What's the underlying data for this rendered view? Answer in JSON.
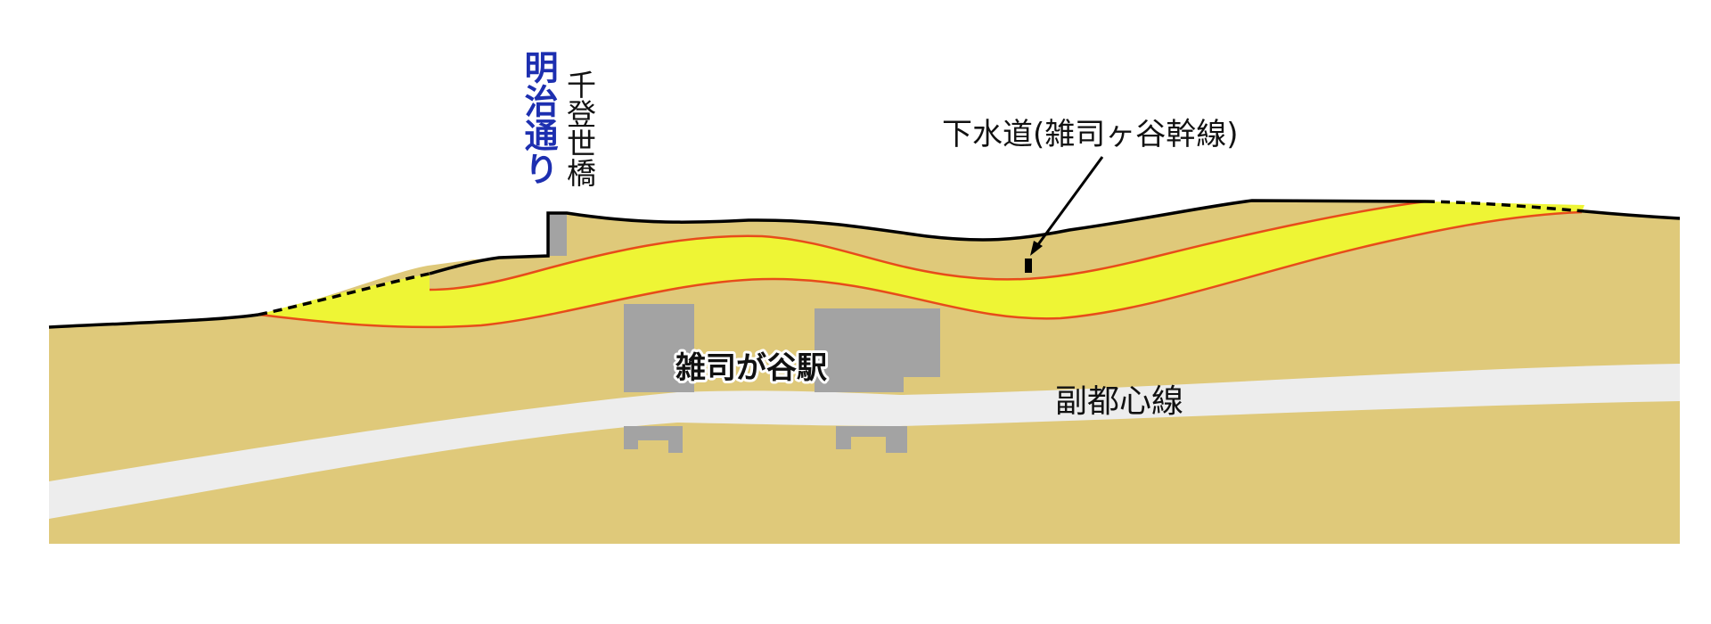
{
  "labels": {
    "road_name": "明治通り",
    "bridge_name": "千登世橋",
    "sewer": "下水道(雑司ヶ谷幹線)",
    "station": "雑司が谷駅",
    "subway_line": "副都心線"
  },
  "colors": {
    "ground": "#DFC97A",
    "sewer_band": "#EEF535",
    "sewer_outline": "#E74C1A",
    "tunnel": "#EDEDED",
    "structure": "#A3A3A3",
    "road_label": "#1D2FB0",
    "text": "#111111"
  }
}
